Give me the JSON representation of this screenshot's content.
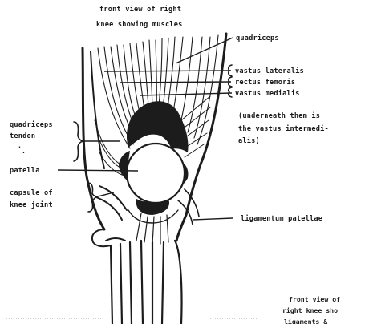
{
  "diagram": {
    "top_caption": [
      "front view of right",
      "knee showing muscles"
    ],
    "labels": {
      "quadriceps": "quadriceps",
      "vastus_lateralis": "vastus lateralis",
      "rectus_femoris": "rectus femoris",
      "vastus_medialis": "vastus medialis",
      "note": [
        "(underneath them is",
        "the vastus intermedi-",
        "alis)"
      ],
      "quadriceps_tendon": [
        "quadriceps",
        "tendon"
      ],
      "patella": "patella",
      "capsule": [
        "capsule of",
        "knee joint"
      ],
      "ligamentum_patellae": "ligamentum patellae"
    },
    "bottom_caption": [
      "front view of",
      "right knee sho",
      "ligaments &"
    ]
  }
}
